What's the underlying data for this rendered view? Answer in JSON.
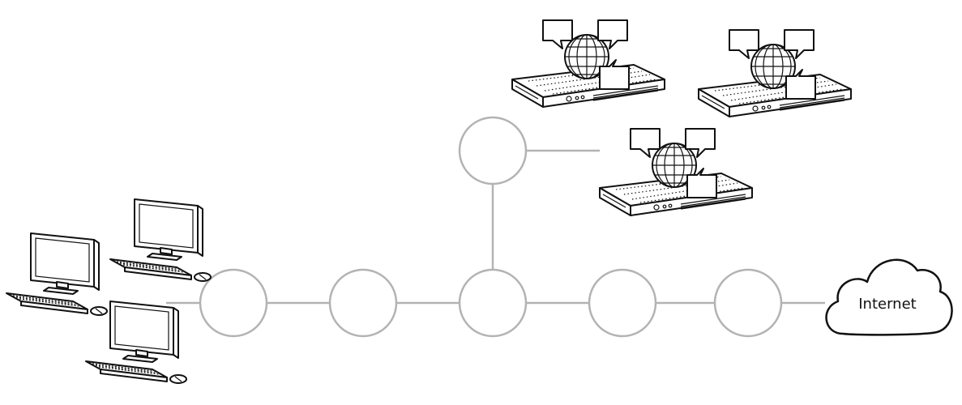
{
  "diagram": {
    "cloud": {
      "label": "Internet"
    },
    "nodes": [
      "router",
      "router",
      "router",
      "router",
      "router",
      "router"
    ],
    "devices": {
      "workstations": [
        "workstation-icon",
        "workstation-icon",
        "workstation-icon"
      ],
      "servers": [
        "web-server-icon",
        "web-server-icon",
        "web-server-icon"
      ]
    },
    "colors": {
      "link": "#b3b3b3",
      "ink": "#111111",
      "background": "#ffffff"
    }
  }
}
